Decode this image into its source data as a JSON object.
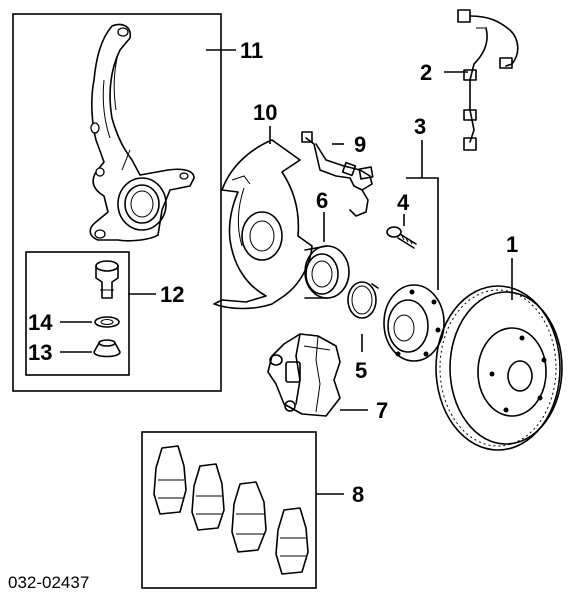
{
  "callouts": {
    "c1": "1",
    "c2": "2",
    "c3": "3",
    "c4": "4",
    "c5": "5",
    "c6": "6",
    "c7": "7",
    "c8": "8",
    "c9": "9",
    "c10": "10",
    "c11": "11",
    "c12": "12",
    "c13": "13",
    "c14": "14"
  },
  "diagram_code": "032-02437"
}
